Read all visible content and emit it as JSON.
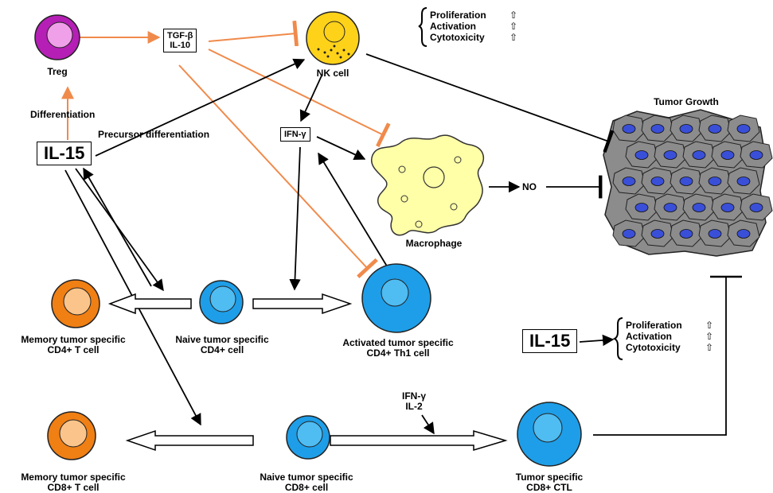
{
  "cells": {
    "treg": "Treg",
    "nk": "NK cell",
    "macrophage": "Macrophage",
    "tumor": "Tumor Growth",
    "memory_cd4": [
      "Memory tumor specific",
      "CD4+ T cell"
    ],
    "naive_cd4": [
      "Naive tumor specific",
      "CD4+ cell"
    ],
    "activated_cd4": [
      "Activated tumor specific",
      "CD4+ Th1 cell"
    ],
    "memory_cd8": [
      "Memory tumor specific",
      "CD8+ T cell"
    ],
    "naive_cd8": [
      "Naive tumor specific",
      "CD8+ cell"
    ],
    "ctl": [
      "Tumor specific",
      "CD8+ CTL"
    ]
  },
  "cytokines": {
    "il15_left": "IL-15",
    "il15_right": "IL-15",
    "tgf": "TGF-β",
    "il10": "IL-10",
    "ifn_top": "IFN-γ",
    "ifn_mid": "IFN-γ",
    "il2": "IL-2",
    "no": "NO"
  },
  "edge_labels": {
    "differentiation": "Differentiation",
    "precursor": "Precursor differentiation"
  },
  "effects": {
    "top": [
      "Proliferation",
      "Activation",
      "Cytotoxicity"
    ],
    "right": [
      "Proliferation",
      "Activation",
      "Cytotoxicity"
    ]
  },
  "colors": {
    "orange_edge": "#f08a4b",
    "treg": "#b51fb5",
    "treg_inner": "#f0a0e8",
    "nk": "#ffd21a",
    "macrophage": "#ffffa8",
    "cd4_blue": "#1e9ee8",
    "cd4_inner": "#4fbcf2",
    "memory_orange": "#f07f14",
    "memory_inner": "#fbc48a",
    "tumor_cell": "#8c8c8c",
    "tumor_nucleus": "#3a4fd8"
  }
}
